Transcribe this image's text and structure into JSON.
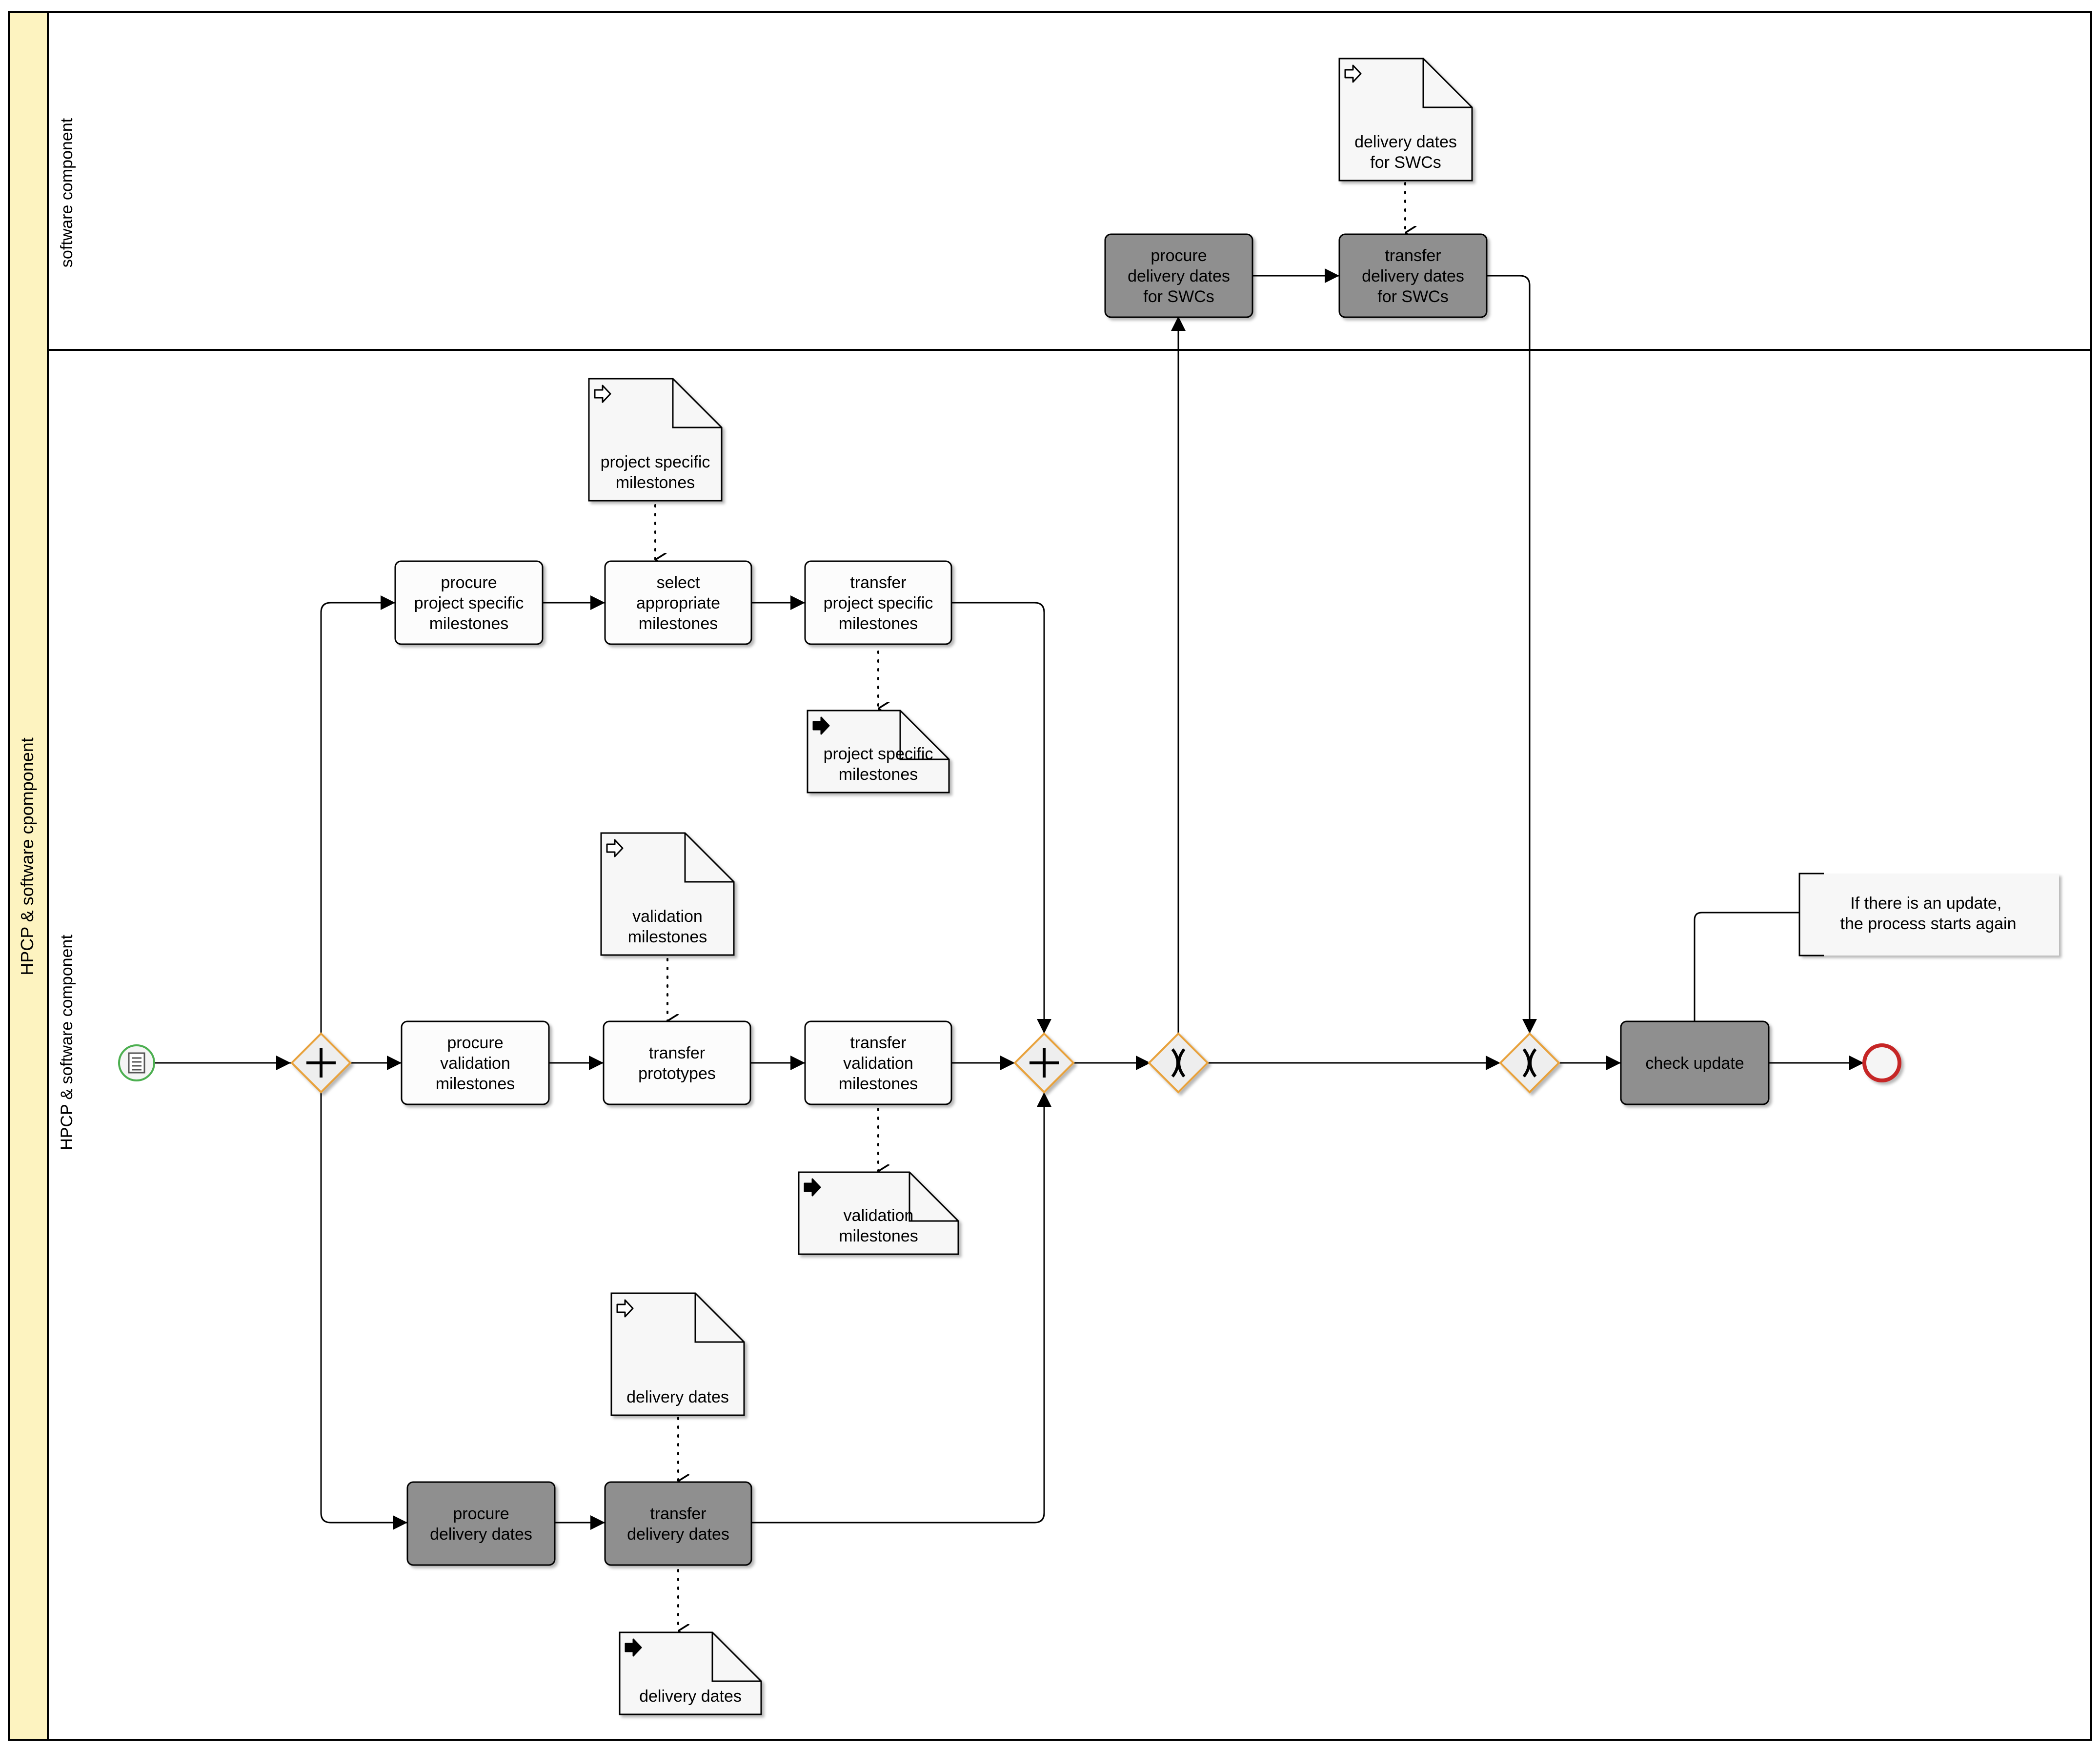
{
  "colors": {
    "pool_header": "#fdf3c0",
    "task_white": "#fcfcfc",
    "task_gray": "#8f8f8f",
    "gateway_stroke": "#e8a23c",
    "gateway_fill": "#eeeeee",
    "start_stroke": "#4caf50",
    "end_stroke": "#c62828",
    "doc_fill": "#f7f7f7",
    "line": "#000000"
  },
  "pool": {
    "label": "HPCP & software cpomponent"
  },
  "lanes": [
    {
      "id": "lane-software",
      "label": "software component"
    },
    {
      "id": "lane-hpcp",
      "label": "HPCP & software component"
    }
  ],
  "tasks": [
    {
      "id": "t-proc-proj",
      "lines": [
        "procure",
        "project specific",
        "milestones"
      ],
      "style": "white"
    },
    {
      "id": "t-select",
      "lines": [
        "select",
        "appropriate",
        "milestones"
      ],
      "style": "white"
    },
    {
      "id": "t-trans-proj",
      "lines": [
        "transfer",
        "project specific",
        "milestones"
      ],
      "style": "white"
    },
    {
      "id": "t-proc-val",
      "lines": [
        "procure",
        "validation",
        "milestones"
      ],
      "style": "white"
    },
    {
      "id": "t-trans-proto",
      "lines": [
        "transfer",
        "prototypes"
      ],
      "style": "white"
    },
    {
      "id": "t-trans-val",
      "lines": [
        "transfer",
        "validation",
        "milestones"
      ],
      "style": "white"
    },
    {
      "id": "t-proc-dd",
      "lines": [
        "procure",
        "delivery dates"
      ],
      "style": "gray"
    },
    {
      "id": "t-trans-dd",
      "lines": [
        "transfer",
        "delivery dates"
      ],
      "style": "gray"
    },
    {
      "id": "t-proc-swc",
      "lines": [
        "procure",
        "delivery dates",
        "for SWCs"
      ],
      "style": "gray"
    },
    {
      "id": "t-trans-swc",
      "lines": [
        "transfer",
        "delivery dates",
        "for SWCs"
      ],
      "style": "gray"
    },
    {
      "id": "t-check",
      "lines": [
        "check update"
      ],
      "style": "gray"
    }
  ],
  "documents": [
    {
      "id": "d-in-proj",
      "kind": "input",
      "icon": "input-arrow-icon",
      "lines": [
        "project specific",
        "milestones"
      ]
    },
    {
      "id": "d-out-proj",
      "kind": "output",
      "icon": "output-arrow-icon",
      "lines": [
        "project specific",
        "milestones"
      ]
    },
    {
      "id": "d-in-val",
      "kind": "input",
      "icon": "input-arrow-icon",
      "lines": [
        "validation",
        "milestones"
      ]
    },
    {
      "id": "d-out-val",
      "kind": "output",
      "icon": "output-arrow-icon",
      "lines": [
        "validation",
        "milestones"
      ]
    },
    {
      "id": "d-in-dd",
      "kind": "input",
      "icon": "input-arrow-icon",
      "lines": [
        "delivery dates"
      ]
    },
    {
      "id": "d-out-dd",
      "kind": "output",
      "icon": "output-arrow-icon",
      "lines": [
        "delivery dates"
      ]
    },
    {
      "id": "d-in-swc",
      "kind": "input",
      "icon": "input-arrow-icon",
      "lines": [
        "delivery dates",
        "for SWCs"
      ]
    }
  ],
  "gateways": [
    {
      "id": "g-split",
      "type": "parallel",
      "icon": "plus-icon"
    },
    {
      "id": "g-join",
      "type": "parallel",
      "icon": "plus-icon"
    },
    {
      "id": "g-xor1",
      "type": "exclusive",
      "icon": "x-icon"
    },
    {
      "id": "g-xor2",
      "type": "exclusive",
      "icon": "x-icon"
    }
  ],
  "events": [
    {
      "id": "e-start",
      "type": "start-conditional",
      "icon": "document-list-icon"
    },
    {
      "id": "e-end",
      "type": "end"
    }
  ],
  "annotation": {
    "lines": [
      "If there is an update,",
      "the process starts again"
    ]
  }
}
